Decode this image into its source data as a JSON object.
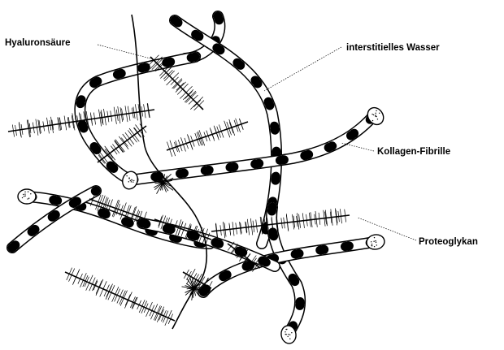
{
  "diagram": {
    "labels": {
      "hyaluronic_acid": "Hyaluronsäure",
      "interstitial_water": "interstitielles Wasser",
      "collagen_fibril": "Kollagen-Fibrille",
      "proteoglycan": "Proteoglykan"
    }
  },
  "colors": {
    "ink": "#000000",
    "background": "#ffffff"
  }
}
